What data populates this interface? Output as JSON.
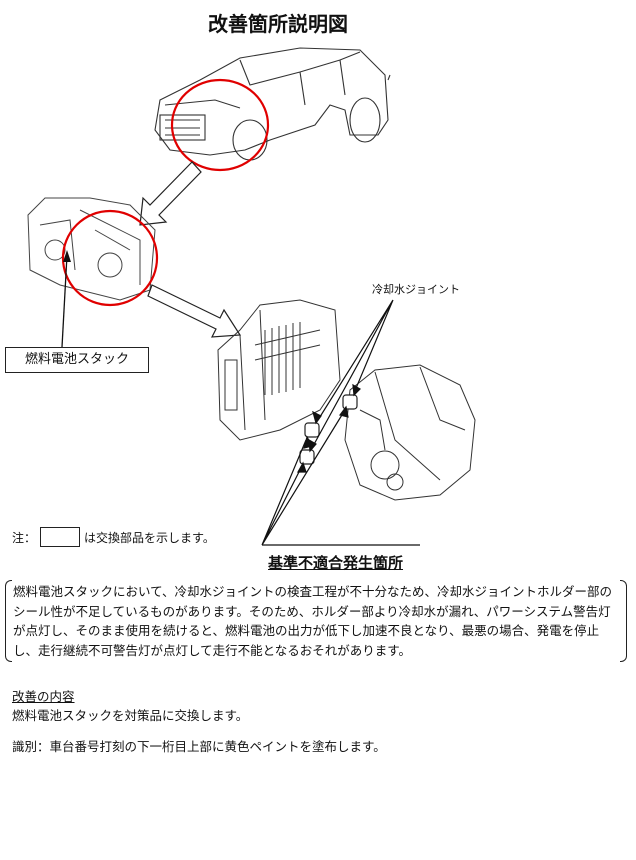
{
  "title": "改善箇所説明図",
  "labels": {
    "fuel_cell_stack": "燃料電池スタック",
    "coolant_joint": "冷却水ジョイント"
  },
  "note": {
    "prefix": "注：",
    "suffix": "は交換部品を示します。"
  },
  "defect_heading": "基準不適合発生箇所",
  "defect_description": "燃料電池スタックにおいて、冷却水ジョイントの検査工程が不十分なため、冷却水ジョイントホルダー部のシール性が不足しているものがあります。そのため、ホルダー部より冷却水が漏れ、パワーシステム警告灯が点灯し、そのまま使用を続けると、燃料電池の出力が低下し加速不良となり、最悪の場合、発電を停止し、走行継続不可警告灯が点灯して走行不能となるおそれがあります。",
  "remedy": {
    "heading": "改善の内容",
    "body": "燃料電池スタックを対策品に交換します。"
  },
  "identification": "識別：車台番号打刻の下一桁目上部に黄色ペイントを塗布します。",
  "colors": {
    "highlight_circle": "#e00000"
  }
}
